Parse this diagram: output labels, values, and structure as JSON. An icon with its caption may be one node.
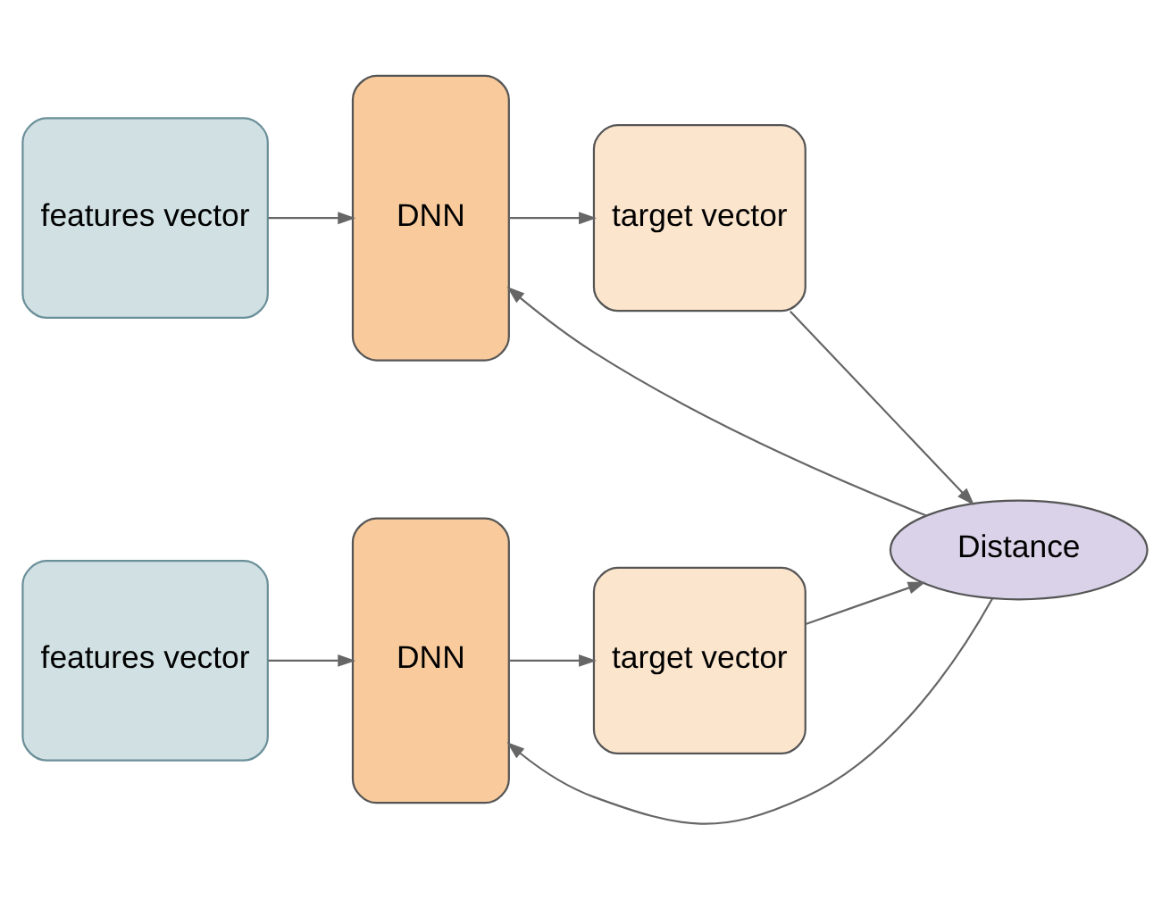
{
  "diagram": {
    "nodes": [
      {
        "text": [
          "features vector"
        ]
      },
      {
        "text": [
          "DNN"
        ]
      },
      {
        "text": [
          "target vector"
        ]
      },
      {
        "text": [
          "features vector"
        ]
      },
      {
        "text": [
          "DNN"
        ]
      },
      {
        "text": [
          "target vector"
        ]
      },
      {
        "text": [
          "Distance"
        ]
      }
    ],
    "edges": [
      {
        "from": 0,
        "to": 1,
        "arrow": "to"
      },
      {
        "from": 1,
        "to": 2,
        "arrow": "to"
      },
      {
        "from": 3,
        "to": 4,
        "arrow": "to"
      },
      {
        "from": 4,
        "to": 5,
        "arrow": "to"
      },
      {
        "from": 2,
        "to": 6,
        "arrow": "to"
      },
      {
        "from": 5,
        "to": 6,
        "arrow": "to"
      },
      {
        "from": 6,
        "to": 1,
        "arrow": "to"
      },
      {
        "from": 6,
        "to": 4,
        "arrow": "to"
      }
    ]
  }
}
